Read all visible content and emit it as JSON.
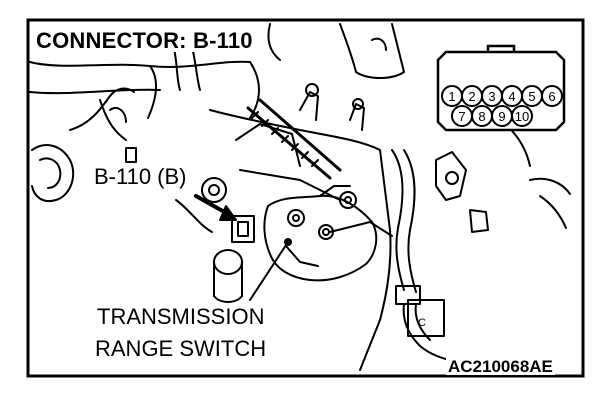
{
  "labels": {
    "connector_title": "CONNECTOR: B-110",
    "connector_callout": "B-110 (B)",
    "component_line1": "TRANSMISSION",
    "component_line2": "RANGE SWITCH",
    "figure_code": "AC210068AE",
    "hose_clamp_mark": "C"
  },
  "connector_pins": {
    "top_row": [
      "1",
      "2",
      "3",
      "4",
      "5",
      "6"
    ],
    "bottom_row": [
      "7",
      "8",
      "9",
      "10"
    ]
  },
  "colors": {
    "ink": "#000000",
    "paper": "#ffffff"
  }
}
